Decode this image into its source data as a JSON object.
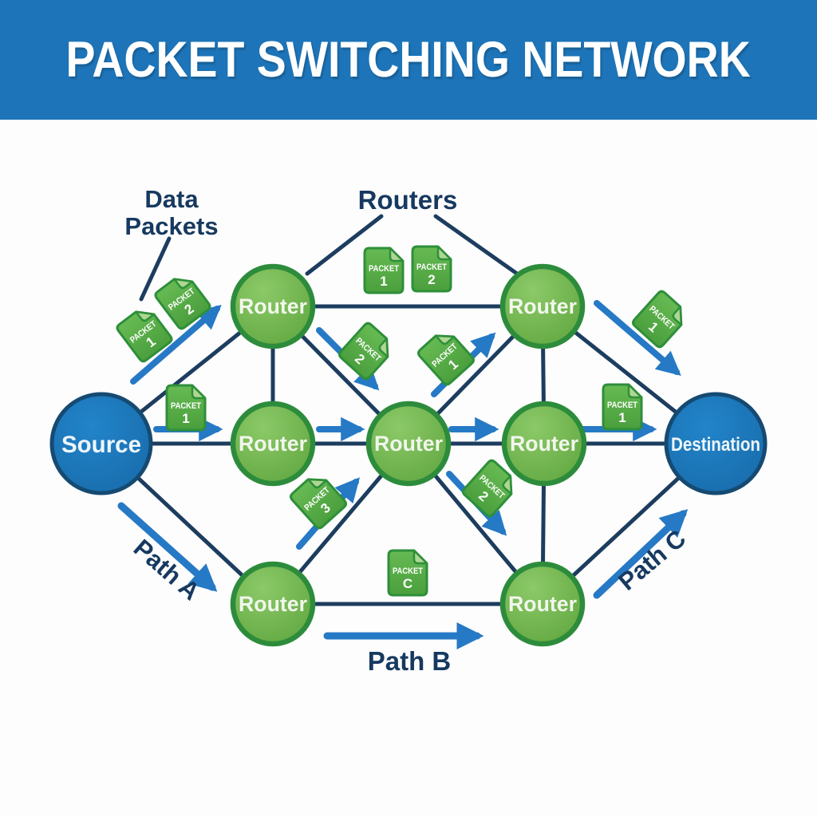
{
  "header": {
    "title": "PACKET SWITCHING NETWORK"
  },
  "annotations": {
    "data_packets": {
      "line1": "Data",
      "line2": "Packets"
    },
    "routers": "Routers",
    "path_a": "Path A",
    "path_b": "Path B",
    "path_c": "Path C"
  },
  "nodes": {
    "source": "Source",
    "destination": "Destination",
    "routers": [
      "Router",
      "Router",
      "Router",
      "Router",
      "Router",
      "Router",
      "Router"
    ]
  },
  "packets": [
    {
      "label": "PACKET",
      "value": "1"
    },
    {
      "label": "PACKET",
      "value": "2"
    },
    {
      "label": "PACKET",
      "value": "1"
    },
    {
      "label": "PACKET",
      "value": "2"
    },
    {
      "label": "PACKET",
      "value": "1"
    },
    {
      "label": "PACKET",
      "value": "2"
    },
    {
      "label": "PACKET",
      "value": "1"
    },
    {
      "label": "PACKET",
      "value": "3"
    },
    {
      "label": "PACKET",
      "value": "2"
    },
    {
      "label": "PACKET",
      "value": "1"
    },
    {
      "label": "PACKET",
      "value": "1"
    },
    {
      "label": "PACKET",
      "value": "C"
    }
  ],
  "colors": {
    "banner_blue": "#1d74b8",
    "node_blue": "#1e7bc0",
    "node_blue_border": "#154a72",
    "router_green": "#6fb54b",
    "router_green_border": "#2d8c3c",
    "packet_green": "#54a94a",
    "packet_fold": "#aed791",
    "line_navy": "#1d3d5f",
    "arrow_blue": "#2679c5",
    "label_navy": "#16395f"
  }
}
